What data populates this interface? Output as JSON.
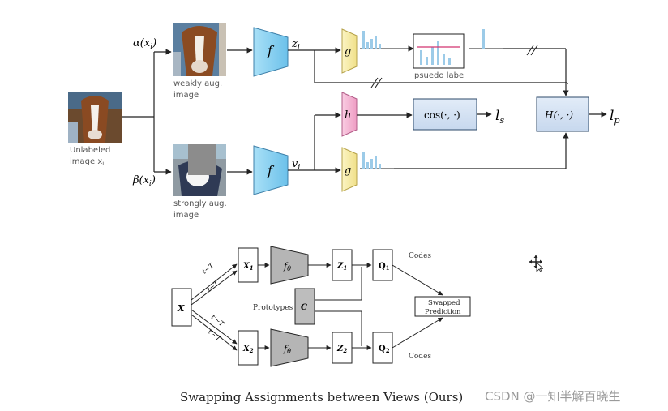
{
  "top_diagram": {
    "unlabeled_label_1": "Unlabeled",
    "unlabeled_label_2": "image x",
    "unlabeled_label_sub": "i",
    "alpha_label": "α(x",
    "alpha_sub": "i",
    "alpha_close": ")",
    "beta_label": "β(x",
    "beta_sub": "i",
    "beta_close": ")",
    "weak_label_1": "weakly aug.",
    "weak_label_2": "image",
    "strong_label_1": "strongly aug.",
    "strong_label_2": "image",
    "encoder_top": "f",
    "encoder_bottom": "f",
    "z_label": "z",
    "z_sub": "i",
    "v_label": "v",
    "v_sub": "i",
    "g_top": "g",
    "g_bottom": "g",
    "h_label": "h",
    "pseudo_label": "psuedo label",
    "cos_label": "cos(·, ·)",
    "ls_label": "l",
    "ls_sub": "s",
    "H_label": "H(·, ·)",
    "lp_label": "l",
    "lp_sub": "p"
  },
  "bottom_diagram": {
    "x_label": "X",
    "x1_label": "X",
    "x1_sub": "1",
    "x2_label": "X",
    "x2_sub": "2",
    "t1_a": "t~T",
    "t1_b": "t~T",
    "t2_a": "t'~T",
    "t2_b": "t'~T",
    "f_theta_top": "f",
    "f_theta_bottom": "f",
    "theta": "θ",
    "z1_label": "Z",
    "z1_sub": "1",
    "z2_label": "Z",
    "z2_sub": "2",
    "prototypes_label": "Prototypes",
    "c_label": "C",
    "q1_label": "Q",
    "q1_sub": "1",
    "q2_label": "Q",
    "q2_sub": "2",
    "codes_top": "Codes",
    "codes_bottom": "Codes",
    "swapped_1": "Swapped",
    "swapped_2": "Prediction",
    "caption": "Swapping Assignments between Views (Ours)"
  },
  "watermark": "CSDN @一知半解百晓生",
  "colors": {
    "encoder_blue": "#8fd3f0",
    "g_yellow": "#f7eeaa",
    "h_pink": "#f4b7d4",
    "box_blue": "#d6e4f4",
    "bar_blue": "#9ccbe8",
    "gray_trap": "#b5b5b5"
  },
  "icons": [
    "move-cursor-icon"
  ]
}
